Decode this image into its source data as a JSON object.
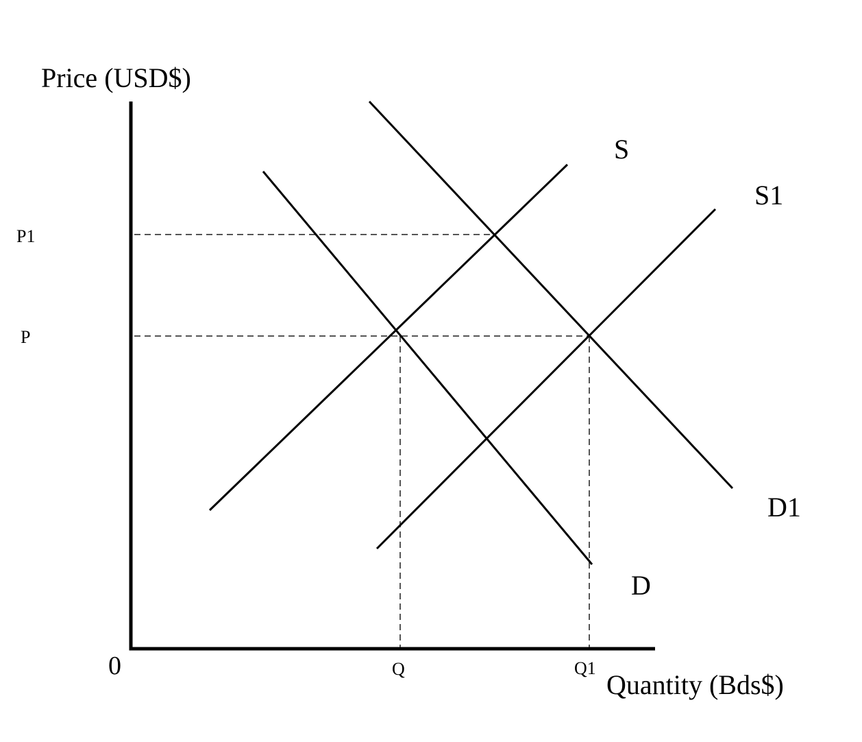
{
  "axes": {
    "y_title": "Price (USD$)",
    "x_title": "Quantity (Bds$)",
    "origin": "0"
  },
  "price_levels": [
    {
      "id": "p1",
      "label": "P1"
    },
    {
      "id": "p",
      "label": "P"
    }
  ],
  "quantity_levels": [
    {
      "id": "q",
      "label": "Q"
    },
    {
      "id": "q1",
      "label": "Q1"
    }
  ],
  "curves": {
    "s": {
      "label": "S"
    },
    "s1": {
      "label": "S1"
    },
    "d": {
      "label": "D"
    },
    "d1": {
      "label": "D1"
    }
  }
}
